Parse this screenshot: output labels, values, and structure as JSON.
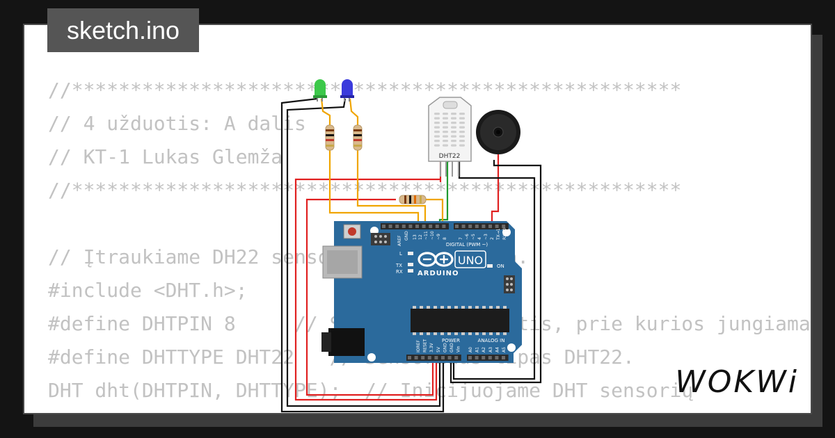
{
  "file": {
    "name": "sketch.ino"
  },
  "code": {
    "lines": [
      "//****************************************************",
      "// 4 užduotis: A dalis",
      "// KT-1 Lukas Glemža",
      "//****************************************************",
      "",
      "// Įtraukiame DH22 sensoriaus biblioteka.",
      "#include <DHT.h>;",
      "#define DHTPIN 8     // Skaitmeninė jungtis, prie kurios jungiama",
      "#define DHTTYPE DHT22   // Sensoriaus tipas DHT22.",
      "DHT dht(DHTPIN, DHTTYPE);  // Inicijuojame DHT sensorių"
    ]
  },
  "board": {
    "brand": "ARDUINO",
    "model": "UNO",
    "labels": {
      "digital": "DIGITAL (PWM ~)",
      "power": "POWER",
      "analog": "ANALOG IN",
      "on": "ON",
      "l": "L",
      "tx": "TX",
      "rx": "RX",
      "aref": "AREF",
      "gnd": "GND",
      "pins_top": [
        "13",
        "12",
        "~11",
        "~10",
        "~9",
        "8",
        "7",
        "~6",
        "~5",
        "4",
        "~3",
        "2",
        "TX→1",
        "RX←0"
      ],
      "pins_power": [
        "IOREF",
        "RESET",
        "3.3V",
        "5V",
        "GND",
        "GND",
        "Vin"
      ],
      "pins_analog": [
        "A0",
        "A1",
        "A2",
        "A3",
        "A4",
        "A5"
      ]
    }
  },
  "sensor": {
    "label": "DHT22"
  },
  "brand": {
    "name": "WOKWi"
  },
  "colors": {
    "board": "#2b6a9c",
    "wire_red": "#e02020",
    "wire_black": "#111111",
    "wire_orange": "#f0a500",
    "wire_green": "#1f9a2e",
    "led_green": "#3cc84a",
    "led_blue": "#3a3adc"
  }
}
